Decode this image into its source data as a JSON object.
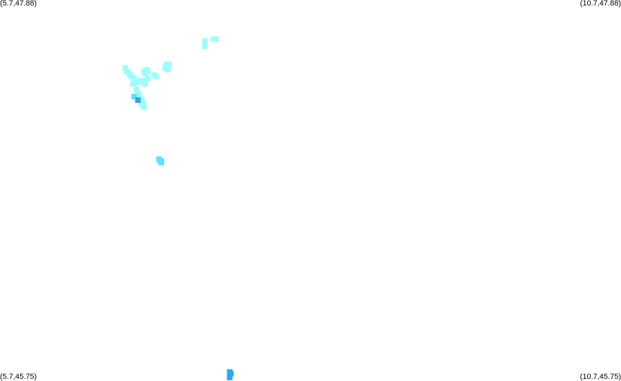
{
  "corners": {
    "top_left": "(5.7,47.88)",
    "top_right": "(10.7,47.88)",
    "bottom_left": "(5.7,45.75)",
    "bottom_right": "(10.7,45.75)"
  },
  "colors": {
    "background": "#ffffff",
    "light_patch": "#9ffcfc",
    "mid_patch": "#5fe3f5",
    "dark_patch": "#2aa8ee"
  },
  "chart_data": {
    "type": "scatter",
    "title": "",
    "xlabel": "",
    "ylabel": "",
    "xlim": [
      5.7,
      10.7
    ],
    "ylim": [
      45.75,
      47.88
    ],
    "grid": false,
    "series": [
      {
        "color": "#9ffcfc",
        "points": [
          [
            6.71,
            47.5
          ],
          [
            6.72,
            47.48
          ],
          [
            6.74,
            47.47
          ],
          [
            6.75,
            47.46
          ],
          [
            6.76,
            47.45
          ],
          [
            6.78,
            47.44
          ],
          [
            6.79,
            47.43
          ],
          [
            6.81,
            47.42
          ],
          [
            6.83,
            47.42
          ],
          [
            6.84,
            47.43
          ],
          [
            6.86,
            47.48
          ],
          [
            6.87,
            47.47
          ],
          [
            6.88,
            47.49
          ],
          [
            6.89,
            47.48
          ],
          [
            6.86,
            47.43
          ],
          [
            6.89,
            47.44
          ],
          [
            6.87,
            47.41
          ],
          [
            6.8,
            47.38
          ],
          [
            6.81,
            47.36
          ],
          [
            6.82,
            47.35
          ],
          [
            6.83,
            47.33
          ],
          [
            6.84,
            47.32
          ],
          [
            6.85,
            47.31
          ],
          [
            6.84,
            47.3
          ],
          [
            6.85,
            47.29
          ],
          [
            6.86,
            47.29
          ],
          [
            6.86,
            47.28
          ],
          [
            6.94,
            47.46
          ],
          [
            6.96,
            47.45
          ],
          [
            7.03,
            47.5
          ],
          [
            7.05,
            47.49
          ],
          [
            7.06,
            47.5
          ],
          [
            7.06,
            47.52
          ],
          [
            7.04,
            47.52
          ],
          [
            7.35,
            47.65
          ],
          [
            7.35,
            47.62
          ],
          [
            7.42,
            47.66
          ],
          [
            7.44,
            47.66
          ],
          [
            6.77,
            47.41
          ]
        ]
      },
      {
        "color": "#5fe3f5",
        "points": [
          [
            6.78,
            47.34
          ],
          [
            6.98,
            46.99
          ],
          [
            6.99,
            46.98
          ],
          [
            7.0,
            46.98
          ],
          [
            7.0,
            46.97
          ]
        ]
      },
      {
        "color": "#2aa8ee",
        "points": [
          [
            6.81,
            47.32
          ],
          [
            7.55,
            45.8
          ],
          [
            7.56,
            45.79
          ],
          [
            7.55,
            45.77
          ]
        ]
      }
    ]
  }
}
